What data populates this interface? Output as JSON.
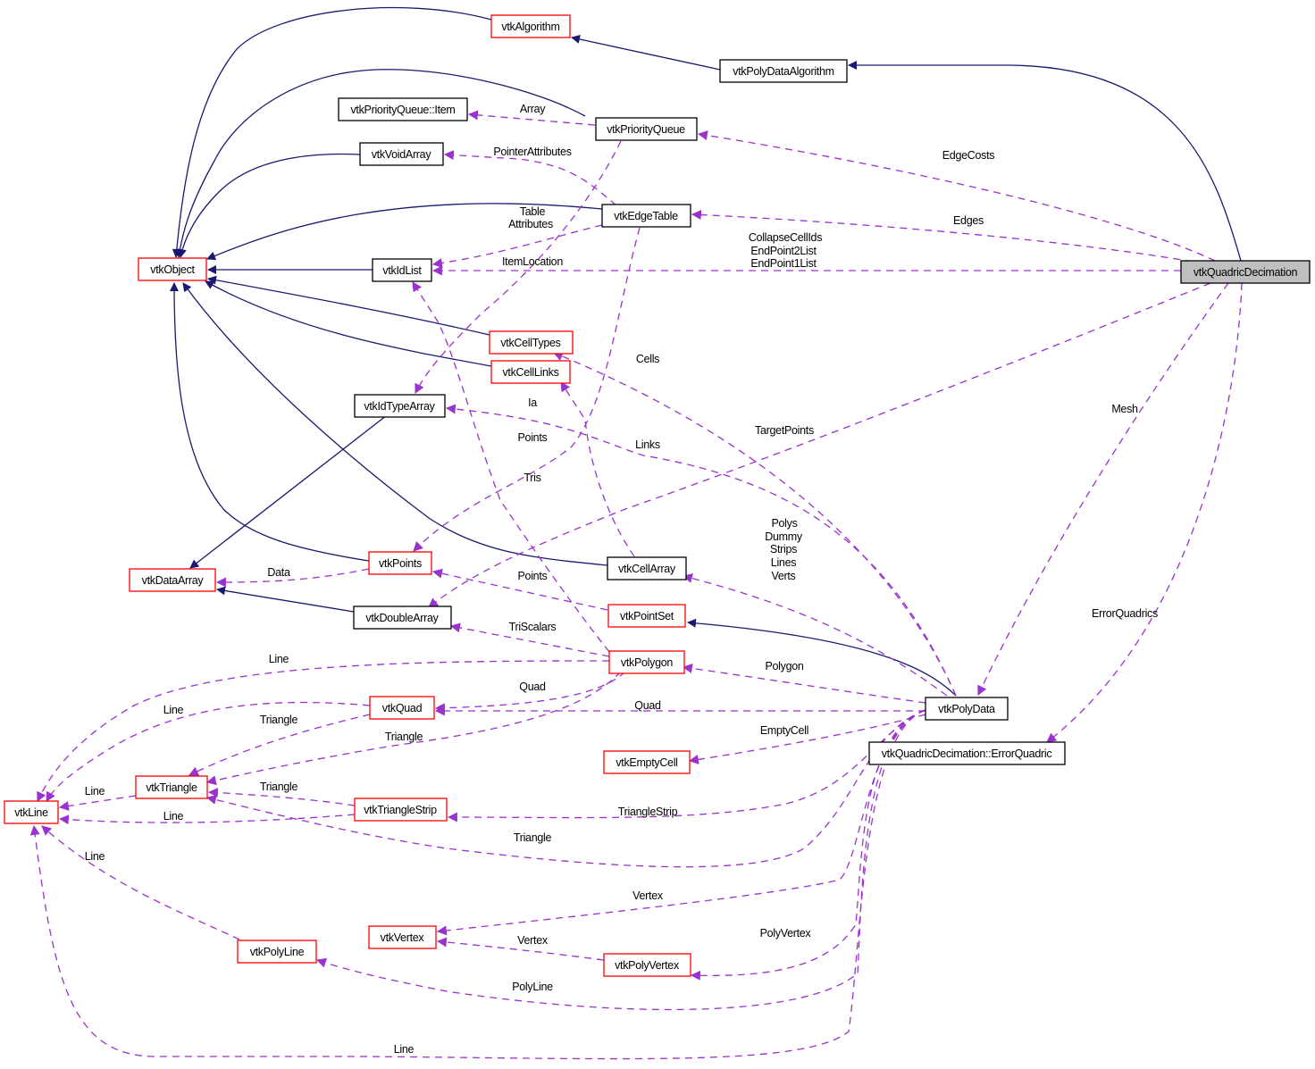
{
  "diagram": {
    "title": "vtkQuadricDecimation collaboration graph",
    "colors": {
      "inherit_edge": "#191970",
      "use_edge": "#9a32cd",
      "node_border_documented": "#000000",
      "node_border_undocumented": "#ff0000",
      "root_fill": "#bfbfbf"
    },
    "nodes": [
      {
        "id": "vtkAlgorithm",
        "label": "vtkAlgorithm",
        "border": "red"
      },
      {
        "id": "vtkPolyDataAlgorithm",
        "label": "vtkPolyDataAlgorithm",
        "border": "black"
      },
      {
        "id": "vtkPriorityQueueItem",
        "label": "vtkPriorityQueue::Item",
        "border": "black"
      },
      {
        "id": "vtkPriorityQueue",
        "label": "vtkPriorityQueue",
        "border": "black"
      },
      {
        "id": "vtkVoidArray",
        "label": "vtkVoidArray",
        "border": "black"
      },
      {
        "id": "vtkEdgeTable",
        "label": "vtkEdgeTable",
        "border": "black"
      },
      {
        "id": "vtkObject",
        "label": "vtkObject",
        "border": "red"
      },
      {
        "id": "vtkIdList",
        "label": "vtkIdList",
        "border": "black"
      },
      {
        "id": "vtkQuadricDecimation",
        "label": "vtkQuadricDecimation",
        "border": "root"
      },
      {
        "id": "vtkCellTypes",
        "label": "vtkCellTypes",
        "border": "red"
      },
      {
        "id": "vtkCellLinks",
        "label": "vtkCellLinks",
        "border": "red"
      },
      {
        "id": "vtkIdTypeArray",
        "label": "vtkIdTypeArray",
        "border": "black"
      },
      {
        "id": "vtkPoints",
        "label": "vtkPoints",
        "border": "red"
      },
      {
        "id": "vtkCellArray",
        "label": "vtkCellArray",
        "border": "black"
      },
      {
        "id": "vtkDataArray",
        "label": "vtkDataArray",
        "border": "red"
      },
      {
        "id": "vtkDoubleArray",
        "label": "vtkDoubleArray",
        "border": "black"
      },
      {
        "id": "vtkPointSet",
        "label": "vtkPointSet",
        "border": "red"
      },
      {
        "id": "vtkPolygon",
        "label": "vtkPolygon",
        "border": "red"
      },
      {
        "id": "vtkQuad",
        "label": "vtkQuad",
        "border": "red"
      },
      {
        "id": "vtkPolyData",
        "label": "vtkPolyData",
        "border": "black"
      },
      {
        "id": "vtkErrorQuadric",
        "label": "vtkQuadricDecimation::ErrorQuadric",
        "border": "black"
      },
      {
        "id": "vtkEmptyCell",
        "label": "vtkEmptyCell",
        "border": "red"
      },
      {
        "id": "vtkTriangle",
        "label": "vtkTriangle",
        "border": "red"
      },
      {
        "id": "vtkLine",
        "label": "vtkLine",
        "border": "red"
      },
      {
        "id": "vtkTriangleStrip",
        "label": "vtkTriangleStrip",
        "border": "red"
      },
      {
        "id": "vtkVertex",
        "label": "vtkVertex",
        "border": "red"
      },
      {
        "id": "vtkPolyLine",
        "label": "vtkPolyLine",
        "border": "red"
      },
      {
        "id": "vtkPolyVertex",
        "label": "vtkPolyVertex",
        "border": "red"
      }
    ],
    "edge_labels": {
      "array": "Array",
      "pointer_attributes": "PointerAttributes",
      "edge_costs": "EdgeCosts",
      "table_attributes": [
        "Table",
        "Attributes"
      ],
      "edges": "Edges",
      "collapse": [
        "CollapseCellIds",
        "EndPoint2List",
        "EndPoint1List"
      ],
      "item_location": "ItemLocation",
      "cells": "Cells",
      "ia": "Ia",
      "mesh": "Mesh",
      "links": "Links",
      "target_points": "TargetPoints",
      "points1": "Points",
      "tris": "Tris",
      "polys": [
        "Polys",
        "Dummy",
        "Strips",
        "Lines",
        "Verts"
      ],
      "data": "Data",
      "points2": "Points",
      "tri_scalars": "TriScalars",
      "error_quadrics": "ErrorQuadrics",
      "line_polygon": "Line",
      "polygon": "Polygon",
      "quad_from_polygon": "Quad",
      "line_quad": "Line",
      "triangle_quad": "Triangle",
      "quad": "Quad",
      "triangle_polygon": "Triangle",
      "empty_cell": "EmptyCell",
      "line_triangle": "Line",
      "triangle_strip_tri": "Triangle",
      "line_strip": "Line",
      "triangle_strip": "TriangleStrip",
      "triangle_polydata": "Triangle",
      "line_polyline": "Line",
      "vertex_polydata": "Vertex",
      "poly_vertex": "PolyVertex",
      "vertex_polyvertex": "Vertex",
      "poly_line": "PolyLine",
      "line_polydata": "Line"
    }
  }
}
